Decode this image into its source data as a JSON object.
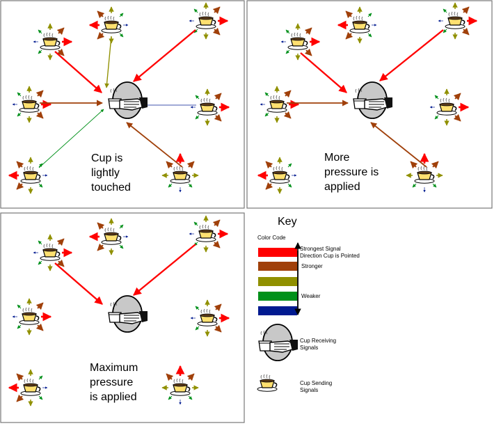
{
  "panels": [
    {
      "caption_lines": [
        "Cup is",
        "lightly",
        "touched"
      ]
    },
    {
      "caption_lines": [
        "More",
        "pressure is",
        "applied"
      ]
    },
    {
      "caption_lines": [
        "Maximum",
        "pressure",
        "is applied"
      ]
    }
  ],
  "key": {
    "title": "Key",
    "color_code_label": "Color Code",
    "strongest_line1": "Strongest Signal",
    "strongest_line2": "Direction Cup is Pointed",
    "stronger": "Stronger",
    "weaker": "Weaker",
    "receiving_line1": "Cup Receiving",
    "receiving_line2": "Signals",
    "sending_line1": "Cup Sending",
    "sending_line2": "Signals"
  },
  "colors": {
    "strongest": "#ff0000",
    "stronger": "#a0400a",
    "medium": "#909000",
    "weaker": "#00901a",
    "weakest": "#001a90",
    "frame": "#777777",
    "cup_fill": "#ffe070"
  },
  "icons": [
    "coffee-cup-icon",
    "hand-holding-cup-icon"
  ]
}
